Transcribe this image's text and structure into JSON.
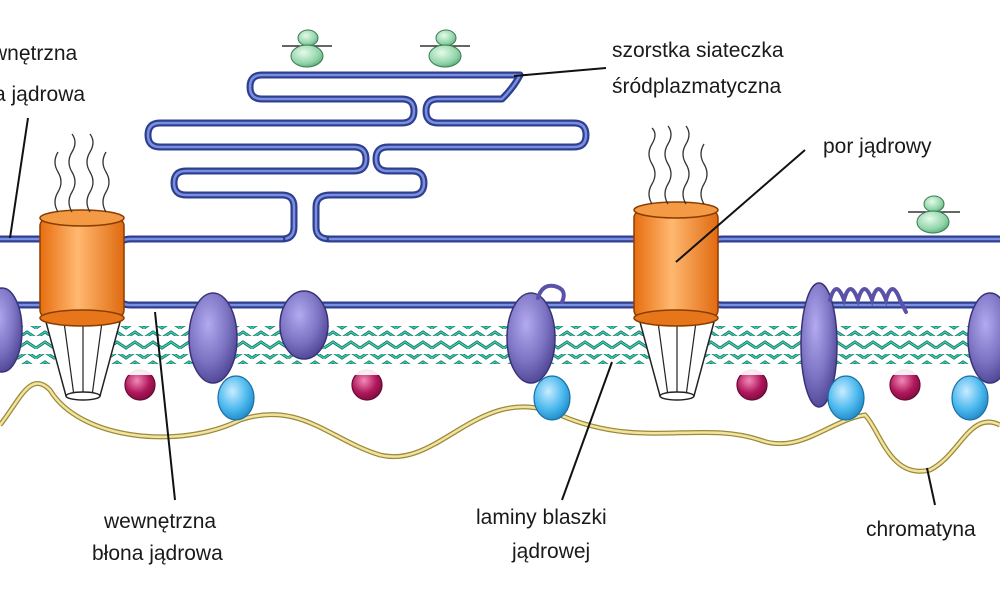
{
  "labels": {
    "outer_membrane_l1": "wnętrzna",
    "outer_membrane_l2": "a jądrowa",
    "rough_er_l1": "szorstka siateczka",
    "rough_er_l2": "śródplazmatyczna",
    "nuclear_pore": "por jądrowy",
    "inner_membrane_l1": "wewnętrzna",
    "inner_membrane_l2": "błona jądrowa",
    "lamina_l1": "laminy blaszki",
    "lamina_l2": "jądrowej",
    "chromatin": "chromatyna"
  },
  "colors": {
    "membrane": "#2f3f8f",
    "membrane_highlight": "#7a8fe0",
    "pore_complex": "#f08a24",
    "integral_protein": "#7b72c2",
    "lamina_filament": "#1a9a86",
    "lamin_receptor": "#3ab0e8",
    "binding_protein": "#b0185c",
    "ribosome": "#8fd4a8",
    "chromatin": "#e8d888"
  }
}
